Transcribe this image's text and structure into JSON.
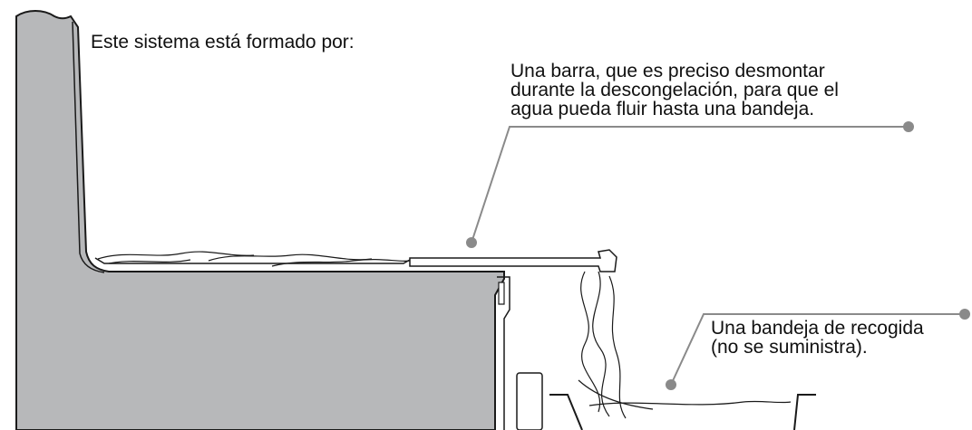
{
  "intro": "Este sistema está formado por:",
  "callouts": {
    "bar": {
      "lines": [
        "Una barra, que es preciso desmontar",
        "durante la descongelación, para que el",
        "agua pueda fluir hasta una bandeja."
      ]
    },
    "tray": {
      "lines": [
        "Una bandeja de recogida",
        "(no se suministra)."
      ]
    }
  },
  "colors": {
    "appliance_fill": "#b7b8ba",
    "outline": "#1a1a1a",
    "leader_line": "#8a8a8a"
  }
}
